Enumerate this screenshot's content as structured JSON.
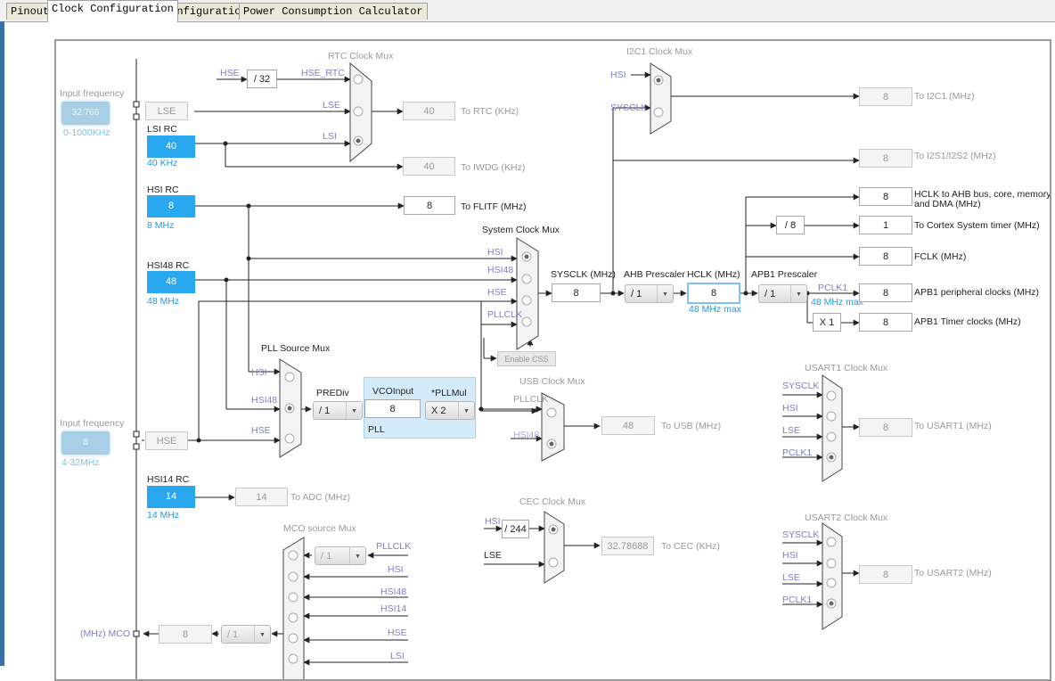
{
  "tabs": [
    "Pinout",
    "Clock Configuration",
    "Configuration",
    "Power Consumption Calculator"
  ],
  "sources": {
    "lse_input": {
      "title": "Input frequency",
      "value": "32.768",
      "range": "0-1000KHz"
    },
    "lse": "LSE",
    "lsi": {
      "title": "LSI RC",
      "value": "40",
      "freq": "40 KHz"
    },
    "hsi": {
      "title": "HSI RC",
      "value": "8",
      "freq": "8 MHz"
    },
    "hsi48": {
      "title": "HSI48 RC",
      "value": "48",
      "freq": "48 MHz"
    },
    "hse_input": {
      "title": "Input frequency",
      "value": "8",
      "range": "4-32MHz"
    },
    "hse": "HSE",
    "hsi14": {
      "title": "HSI14 RC",
      "value": "14",
      "freq": "14 MHz"
    }
  },
  "rtc": {
    "title": "RTC Clock Mux",
    "hse_div": "/ 32",
    "hse_rtc": "HSE_RTC",
    "lse": "LSE",
    "lsi": "LSI",
    "hse": "HSE",
    "out": "40",
    "out_label": "To RTC (KHz)",
    "iwdg": "40",
    "iwdg_label": "To IWDG (KHz)"
  },
  "flitf": {
    "value": "8",
    "label": "To FLITF (MHz)"
  },
  "sysmux": {
    "title": "System Clock Mux",
    "hsi": "HSI",
    "hsi48": "HSI48",
    "hse": "HSE",
    "pllclk": "PLLCLK",
    "css": "Enable CSS"
  },
  "sysclk": {
    "label": "SYSCLK (MHz)",
    "value": "8"
  },
  "ahb": {
    "label": "AHB Prescaler",
    "value": "/ 1"
  },
  "hclk": {
    "label": "HCLK (MHz)",
    "value": "8",
    "max": "48 MHz max"
  },
  "apb1": {
    "label": "APB1 Prescaler",
    "value": "/ 1",
    "pclk1": "PCLK1",
    "max": "48 MHz max",
    "timer_mul": "X 1"
  },
  "outputs": {
    "hclk_ahb": {
      "value": "8",
      "label1": "HCLK to AHB bus, core, memory",
      "label2": "and DMA (MHz)"
    },
    "cortex_div": "/ 8",
    "cortex": {
      "value": "1",
      "label": "To Cortex System timer (MHz)"
    },
    "fclk": {
      "value": "8",
      "label": "FCLK (MHz)"
    },
    "apb1_periph": {
      "value": "8",
      "label": "APB1 peripheral clocks (MHz)"
    },
    "apb1_timer": {
      "value": "8",
      "label": "APB1 Timer clocks (MHz)"
    }
  },
  "i2c1": {
    "title": "I2C1 Clock Mux",
    "hsi": "HSI",
    "sysclk": "SYSCLK",
    "out": "8",
    "out_label": "To I2C1 (MHz)"
  },
  "i2s": {
    "out": "8",
    "out_label": "To I2S1/I2S2 (MHz)"
  },
  "pllsrc": {
    "title": "PLL Source Mux",
    "hsi": "HSI",
    "hsi48": "HSI48",
    "hse": "HSE"
  },
  "prediv": {
    "label": "PREDiv",
    "value": "/ 1"
  },
  "pll": {
    "vco_label": "VCOInput",
    "vco": "8",
    "mul_label": "*PLLMul",
    "mul": "X 2",
    "name": "PLL"
  },
  "usb": {
    "title": "USB Clock Mux",
    "pllclk": "PLLCLK",
    "hsi48": "HSI48",
    "out": "48",
    "out_label": "To USB (MHz)"
  },
  "adc": {
    "value": "14",
    "label": "To ADC (MHz)"
  },
  "cec": {
    "title": "CEC Clock Mux",
    "hsi": "HSI",
    "div": "/ 244",
    "lse": "LSE",
    "out": "32.78688",
    "out_label": "To CEC (KHz)"
  },
  "usart1": {
    "title": "USART1 Clock Mux",
    "sysclk": "SYSCLK",
    "hsi": "HSI",
    "lse": "LSE",
    "pclk1": "PCLK1",
    "out": "8",
    "out_label": "To USART1 (MHz)"
  },
  "usart2": {
    "title": "USART2 Clock Mux",
    "sysclk": "SYSCLK",
    "hsi": "HSI",
    "lse": "LSE",
    "pclk1": "PCLK1",
    "out": "8",
    "out_label": "To USART2 (MHz)"
  },
  "mco": {
    "title": "MCO source Mux",
    "pllclk": "PLLCLK",
    "pll_div": "/ 1",
    "hsi": "HSI",
    "hsi48": "HSI48",
    "hsi14": "HSI14",
    "hse": "HSE",
    "lsi": "LSI",
    "label": "(MHz) MCO",
    "value": "8",
    "div": "/ 1"
  }
}
